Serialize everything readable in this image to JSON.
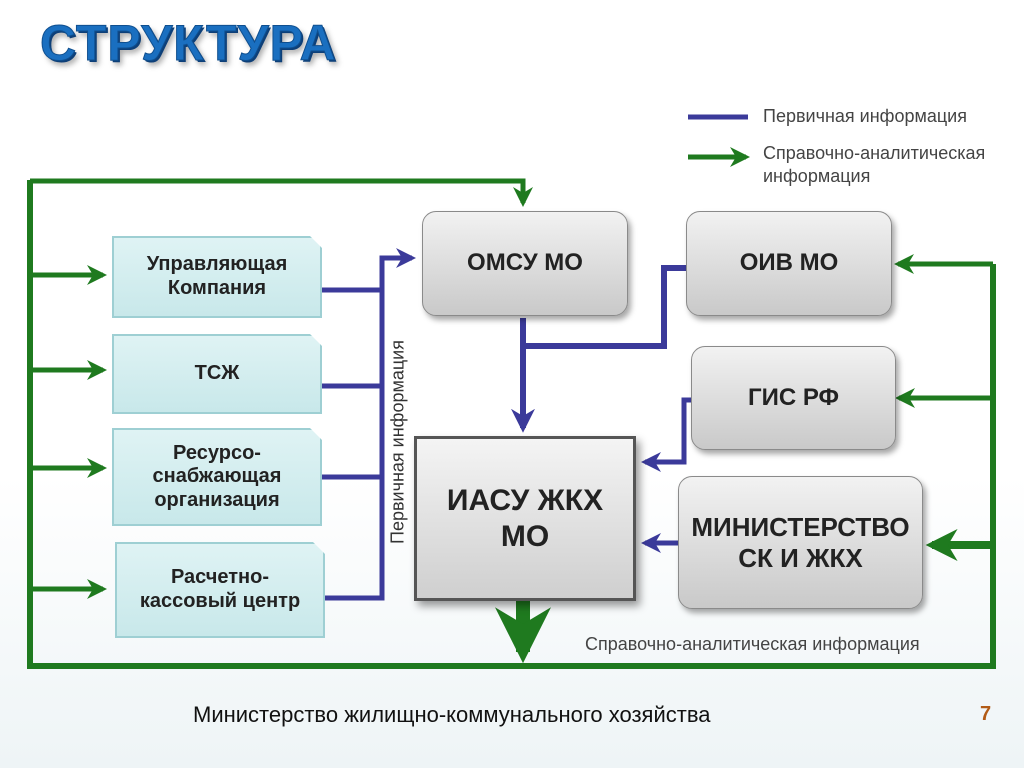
{
  "title": "СТРУКТУРА",
  "legend": {
    "primary": "Первичная информация",
    "reference_line1": "Справочно-аналитическая",
    "reference_line2": "информация"
  },
  "left_boxes": [
    {
      "line1": "Управляющая",
      "line2": "Компания",
      "line3": ""
    },
    {
      "line1": "ТСЖ",
      "line2": "",
      "line3": ""
    },
    {
      "line1": "Ресурсо-",
      "line2": "снабжающая",
      "line3": "организация"
    },
    {
      "line1": "Расчетно-",
      "line2": "кассовый центр",
      "line3": ""
    }
  ],
  "omsu": "ОМСУ МО",
  "oiv": "ОИВ МО",
  "gis": "ГИС РФ",
  "ministry": {
    "line1": "МИНИСТЕРСТВО",
    "line2": "СК И ЖКХ"
  },
  "iasu": {
    "line1": "ИАСУ ЖКХ",
    "line2": "МО"
  },
  "vertical_label": "Первичная информация",
  "bottom_label": "Справочно-аналитическая информация",
  "footer": "Министерство жилищно-коммунального хозяйства",
  "page_number": "7",
  "colors": {
    "primary": "#3b3a9a",
    "reference": "#1f7a1f"
  }
}
